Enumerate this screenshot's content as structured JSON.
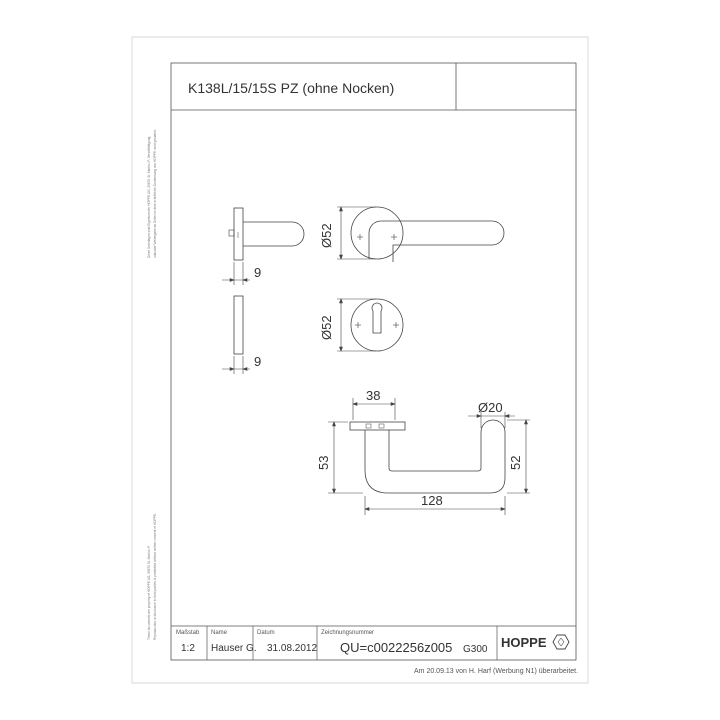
{
  "drawing": {
    "title": "K138L/15/15S PZ (ohne Nocken)"
  },
  "dimensions": {
    "rose_thickness_top": "9",
    "rose_thickness_bottom": "9",
    "rose_diameter_top": "Ø52",
    "rose_diameter_bottom": "Ø52",
    "projection_width": "38",
    "lever_diameter": "Ø20",
    "height_left": "53",
    "height_right": "52",
    "lever_length": "128"
  },
  "title_block": {
    "scale_label": "Maßstab",
    "scale_value": "1:2",
    "name_label": "Name",
    "name_value": "Hauser G.",
    "date_label": "Datum",
    "date_value": "31.08.2012",
    "number_label": "Zeichnungsnummer",
    "number_value": "QU=c0022256z005",
    "group_value": "G300",
    "brand": "HOPPE"
  },
  "side_notes": {
    "german_1": "Diese Unterlagen sind Eigentum der HOPPE AG, 39670 St. Martin i.P. Vervielfältigung,",
    "german_2": "und/oder Weitergabe an Dritte ist ohne schriftliche Zustimmung von HOPPE nicht gestattet.",
    "english_1": "These documents are property of HOPPE AG, 39670 St. Martin i.P.",
    "english_2": "Reproduction or disclosure to third parties is prohibited without written consent of HOPPE."
  },
  "footer_note": "Am 20.09.13 von H. Harf (Werbung N1) überarbeitet."
}
